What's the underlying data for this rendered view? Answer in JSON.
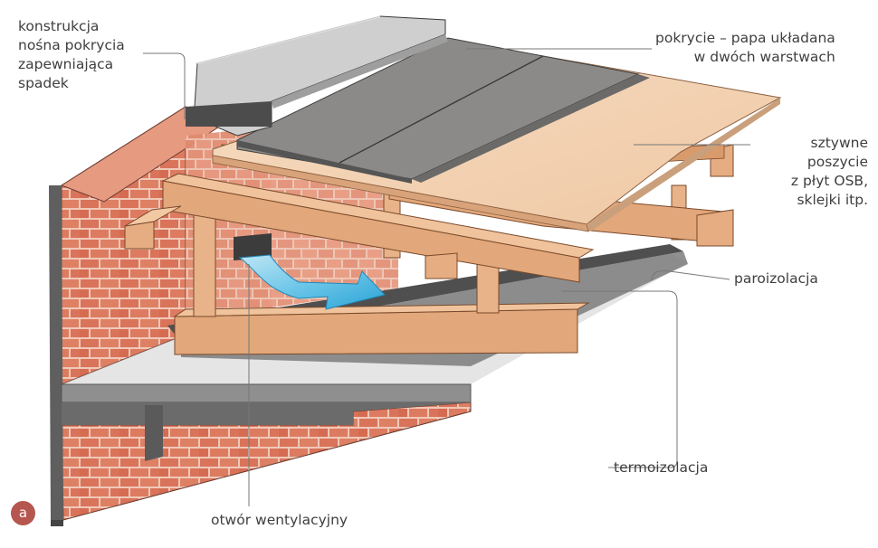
{
  "labels": {
    "konstrukcja": "konstrukcja\nnośna pokrycia\nzapewniająca\nspadek",
    "pokrycie": "pokrycie – papa układana\nw dwóch warstwach",
    "poszycie": "sztywne\nposzycie\nz płyt OSB,\nsklejki itp.",
    "paroizolacja": "paroizolacja",
    "termoizolacja": "termoizolacja",
    "otwor": "otwór wentylacyjny"
  },
  "badge": "a",
  "colors": {
    "brick": "#d9735a",
    "brick_mortar": "#f0c8b8",
    "wood": "#e2a77a",
    "osb": "#f2d2b2",
    "roofing": "#8c8a88",
    "concrete": "#9d9d9d",
    "dark_gray": "#5b5b5b",
    "air_arrow": "#4fb7df",
    "leader": "#777777",
    "badge": "#b5564f"
  }
}
